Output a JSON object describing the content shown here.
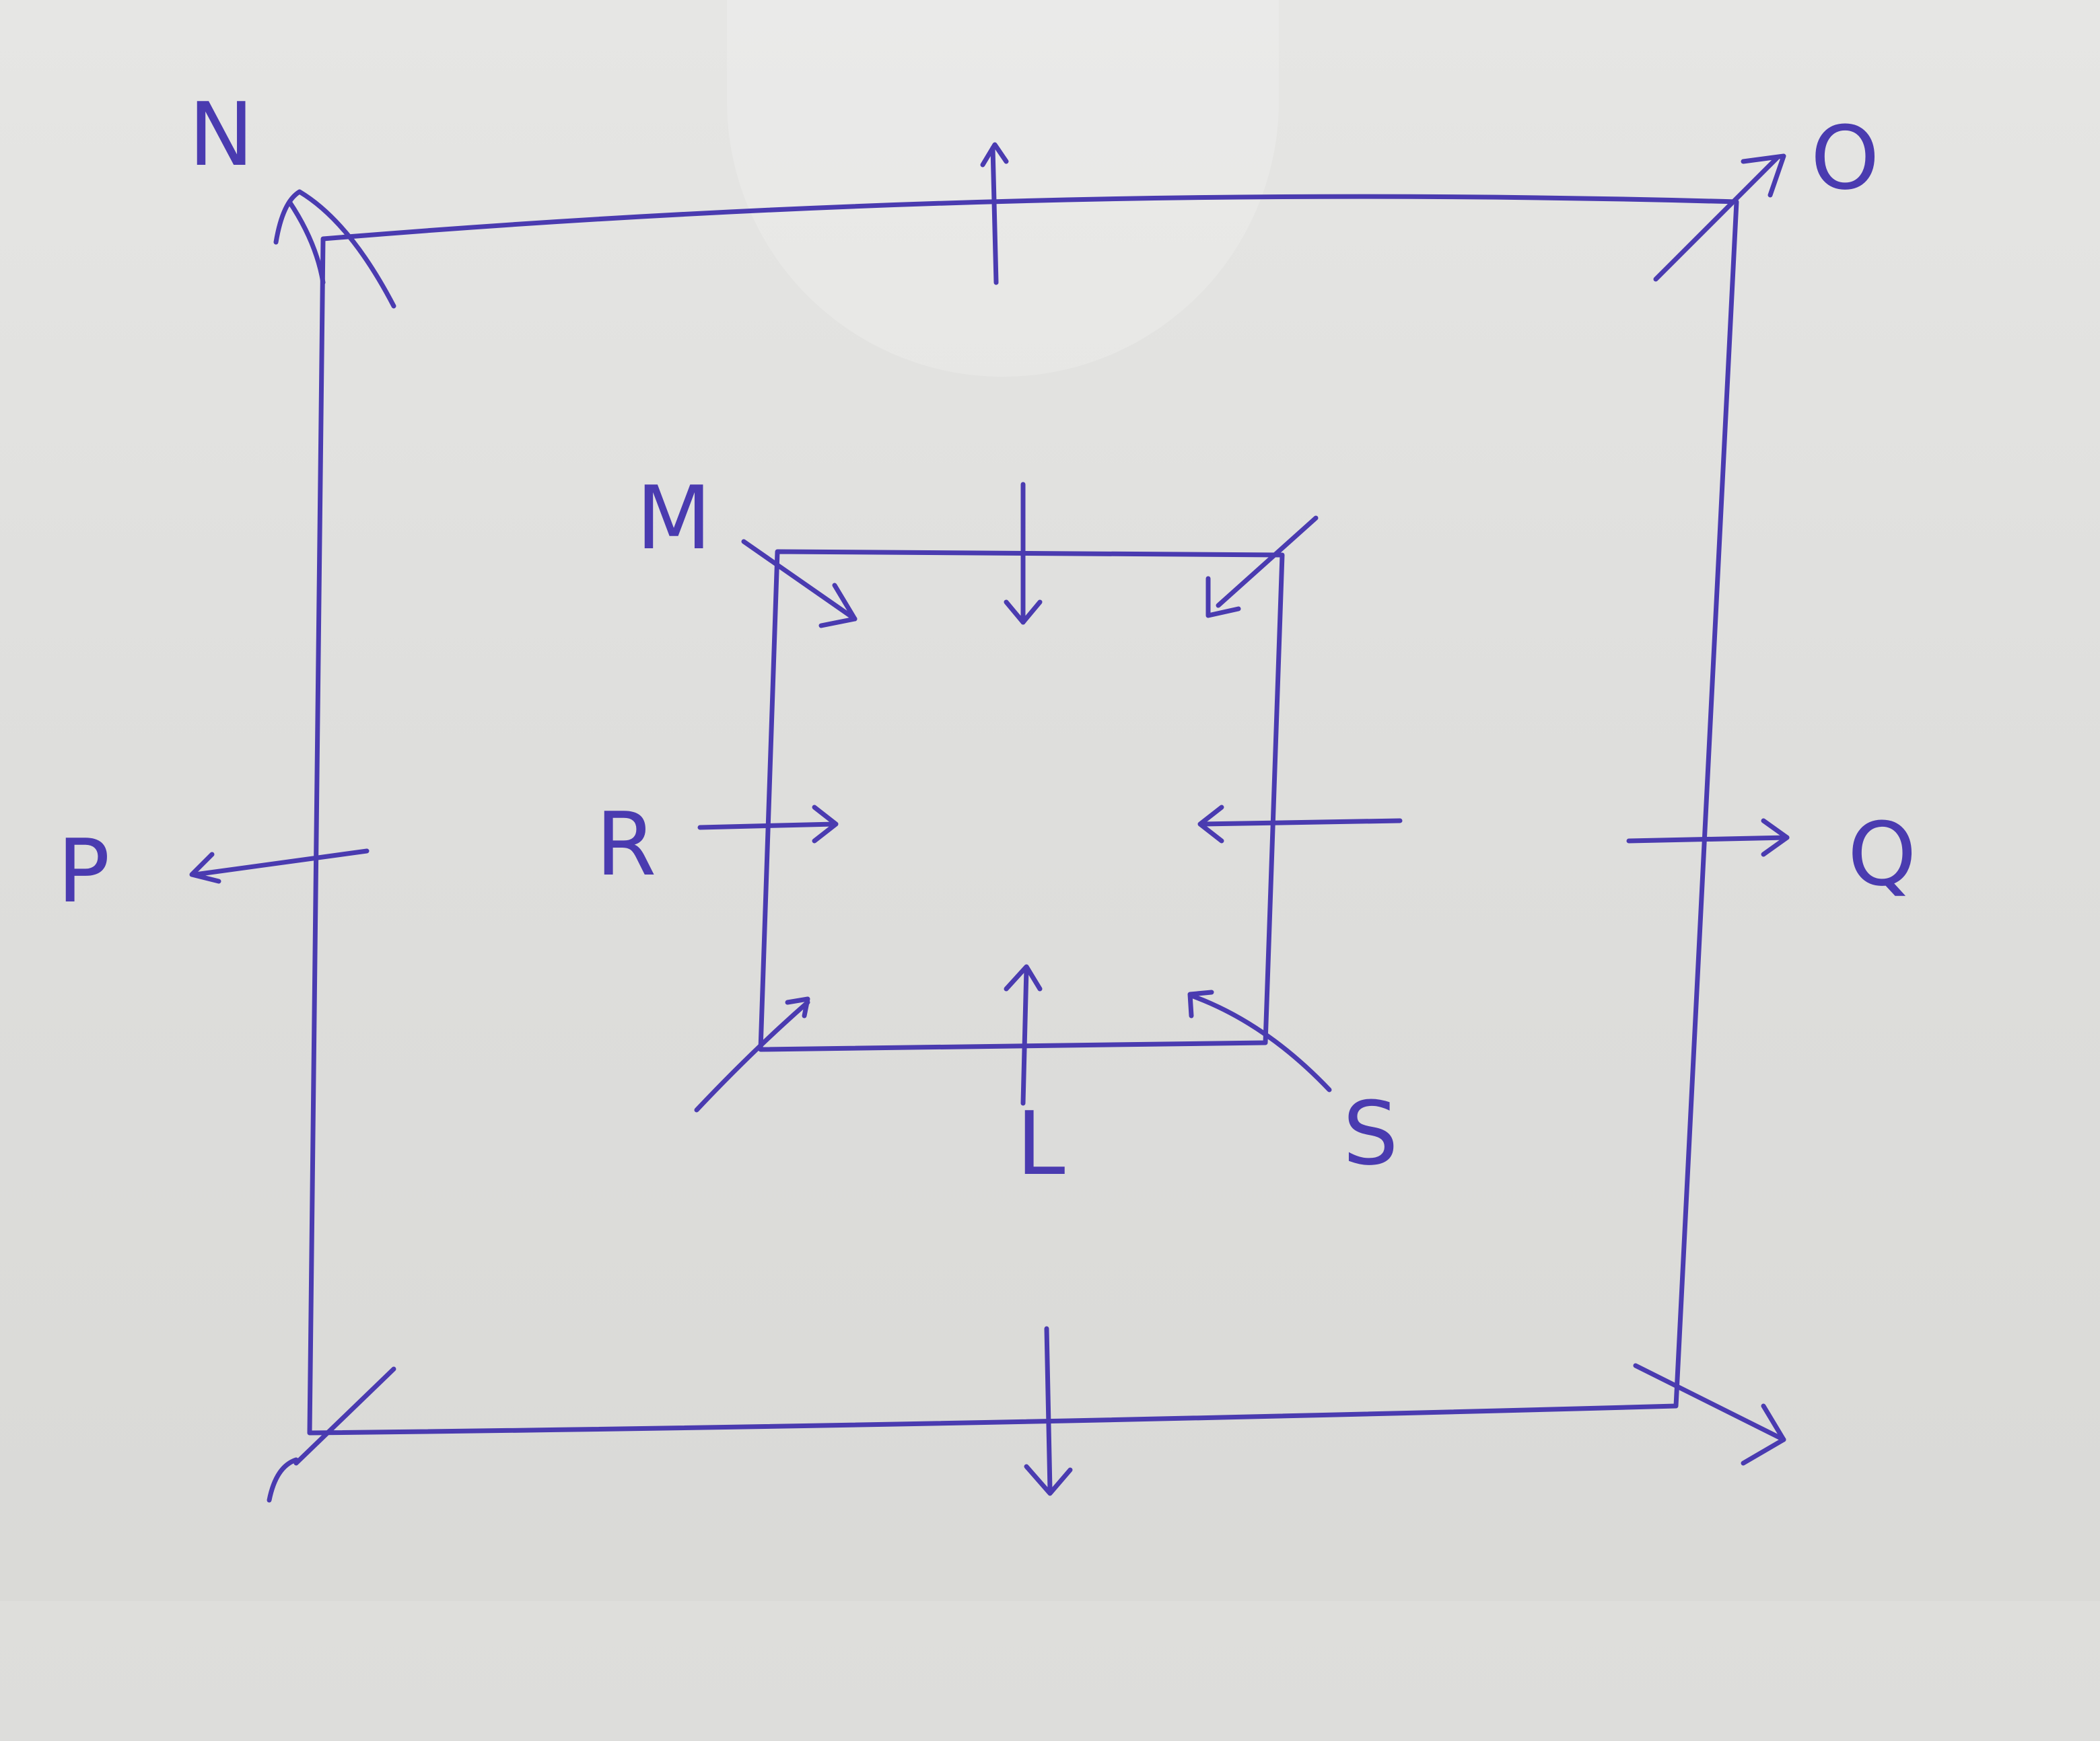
{
  "diagram": {
    "ink_color": "#4a3bb0",
    "paper_color": "#e2e2e0",
    "labels": {
      "N": "N",
      "O": "O",
      "P": "P",
      "Q": "Q",
      "M": "M",
      "R": "R",
      "S": "S",
      "L": "L"
    },
    "outer_square": {
      "arrow_direction": "outward"
    },
    "inner_square": {
      "arrow_direction": "inward"
    }
  }
}
